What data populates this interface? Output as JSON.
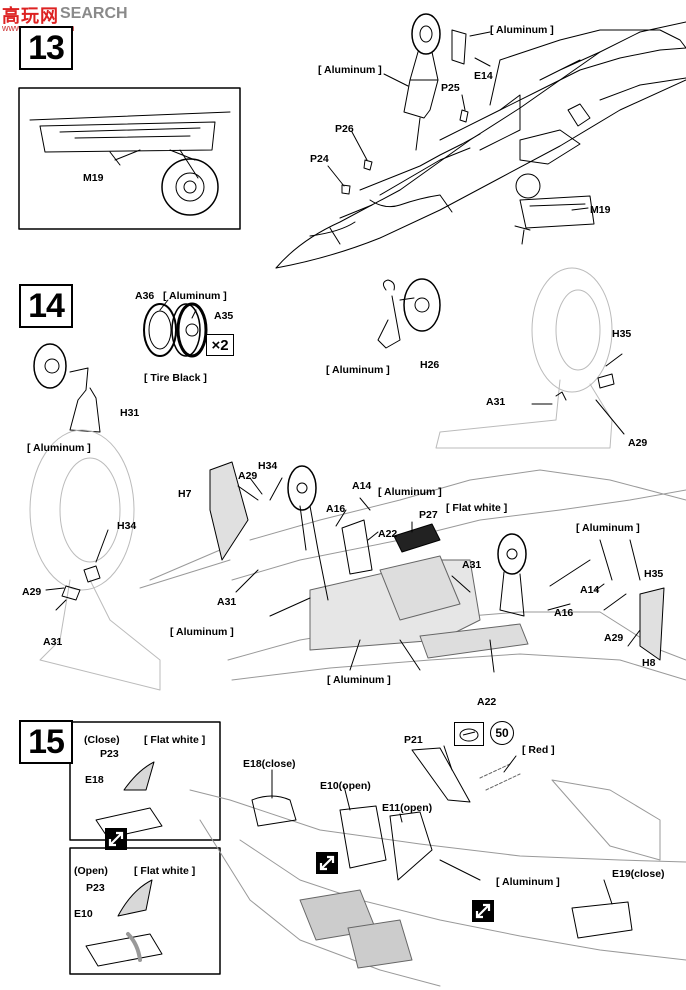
{
  "watermark": {
    "brand": "SEARCH",
    "site_big": "高玩网",
    "url": "www.gaowan.com"
  },
  "steps": [
    "13",
    "14",
    "15"
  ],
  "step13": {
    "labels": {
      "aluminum_top": "[ Aluminum ]",
      "aluminum_left": "[ Aluminum ]",
      "e14": "E14",
      "p25": "P25",
      "p26": "P26",
      "p24": "P24",
      "m19_inset": "M19",
      "m19_right": "M19"
    }
  },
  "step14": {
    "labels": {
      "a36": "A36",
      "aluminum_wheel": "[ Aluminum ]",
      "a35": "A35",
      "tire_black": "[ Tire Black ]",
      "multiplier": "×2",
      "aluminum_h26": "[ Aluminum ]",
      "h26": "H26",
      "h35_right": "H35",
      "a31_right": "A31",
      "a29_right": "A29",
      "h31": "H31",
      "aluminum_h31": "[ Aluminum ]",
      "a29_mid": "A29",
      "h34_mid": "H34",
      "h7": "H7",
      "a14_mid": "A14",
      "aluminum_mid": "[ Aluminum ]",
      "a16_mid": "A16",
      "p27": "P27",
      "flat_white": "[ Flat white ]",
      "a22_mid": "A22",
      "aluminum_r": "[ Aluminum ]",
      "h34_left": "H34",
      "a29_left": "A29",
      "a31_left": "A31",
      "a31_mid": "A31",
      "aluminum_bottom_left": "[ Aluminum ]",
      "a31_center": "A31",
      "a14_right": "A14",
      "h35_r2": "H35",
      "a16_right": "A16",
      "a29_r2": "A29",
      "h8": "H8",
      "aluminum_bottom": "[ Aluminum ]",
      "a22_bottom": "A22"
    }
  },
  "step15": {
    "labels": {
      "close": "(Close)",
      "flat_white_close": "[ Flat white ]",
      "p23_close": "P23",
      "e18": "E18",
      "open": "(Open)",
      "flat_white_open": "[ Flat white ]",
      "p23_open": "P23",
      "e10": "E10",
      "e18_close": "E18(close)",
      "e10_open": "E10(open)",
      "e11_open": "E11(open)",
      "p21": "P21",
      "decal_number": "50",
      "red": "[ Red ]",
      "aluminum": "[ Aluminum ]",
      "e19_close": "E19(close)"
    }
  }
}
